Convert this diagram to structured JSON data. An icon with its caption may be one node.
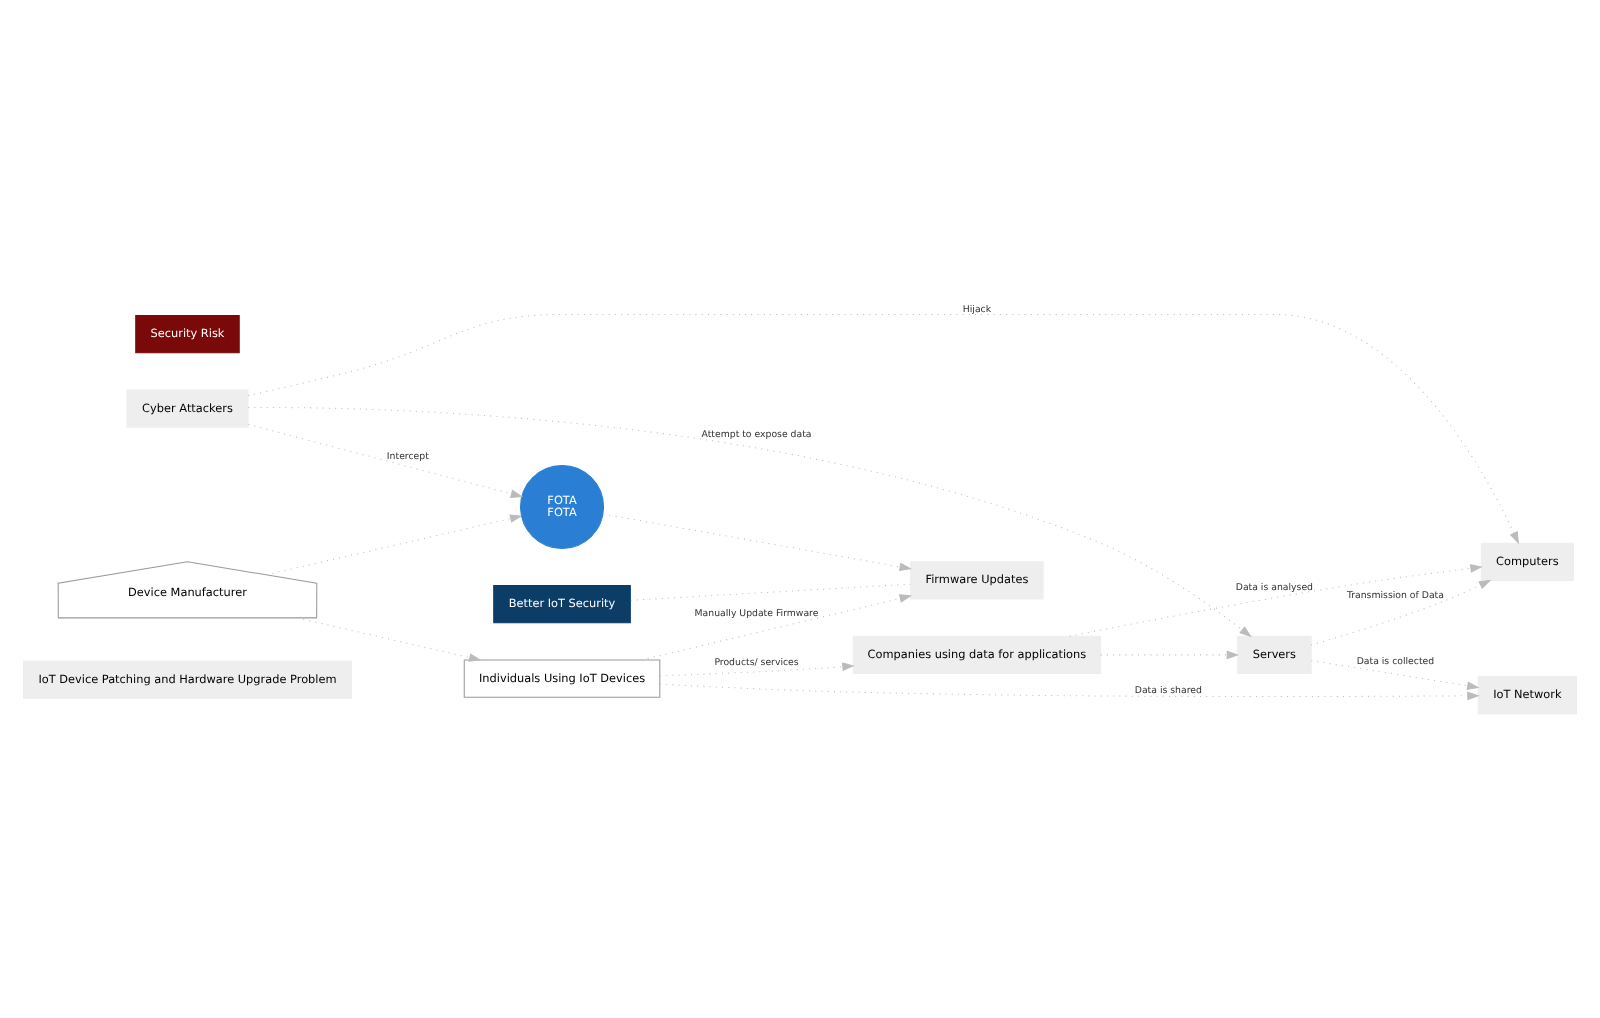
{
  "diagram": {
    "nodes": [
      {
        "text": [
          "IoT Device Patching and Hardware Upgrade Problem"
        ]
      },
      {
        "text": [
          "Better IoT Security"
        ]
      },
      {
        "text": [
          "Security Risk"
        ]
      },
      {
        "text": [
          "Servers"
        ]
      },
      {
        "text": [
          "Firmware Updates"
        ]
      },
      {
        "text": [
          "Cyber Attackers"
        ]
      },
      {
        "text": [
          "Computers"
        ]
      },
      {
        "text": [
          "IoT Network"
        ]
      },
      {
        "text": [
          "Companies using data for applications"
        ]
      },
      {
        "text": [
          "Individuals Using IoT Devices"
        ]
      },
      {
        "text": [
          "FOTA",
          "FOTA"
        ]
      },
      {
        "text": [
          "Device Manufacturer"
        ]
      }
    ],
    "edges": [
      {
        "from": 5,
        "to": 3,
        "arrow": "to",
        "label": "Attempt to expose data"
      },
      {
        "from": 3,
        "to": 6,
        "arrow": "to",
        "label": "Transmission of Data"
      },
      {
        "from": 3,
        "to": 7,
        "arrow": "to",
        "label": "Data is collected"
      },
      {
        "from": 8,
        "to": 3,
        "arrow": "to"
      },
      {
        "from": 5,
        "to": 6,
        "arrow": "to",
        "label": "Hijack"
      },
      {
        "from": 8,
        "to": 6,
        "arrow": "to",
        "label": "Data is analysed"
      },
      {
        "from": 9,
        "to": 7,
        "arrow": "to",
        "label": "Data is shared"
      },
      {
        "from": 9,
        "to": 8,
        "arrow": "to",
        "label": "Products/ services"
      },
      {
        "from": 9,
        "to": 4,
        "arrow": "to",
        "label": "Manually Update Firmware"
      },
      {
        "from": 1,
        "to": 4,
        "arrow": "none"
      },
      {
        "from": 10,
        "to": 4,
        "arrow": "to"
      },
      {
        "from": 5,
        "to": 10,
        "arrow": "to",
        "label": "Intercept"
      },
      {
        "from": 11,
        "to": 10,
        "arrow": "to"
      },
      {
        "from": 11,
        "to": 9,
        "arrow": "to"
      }
    ]
  }
}
